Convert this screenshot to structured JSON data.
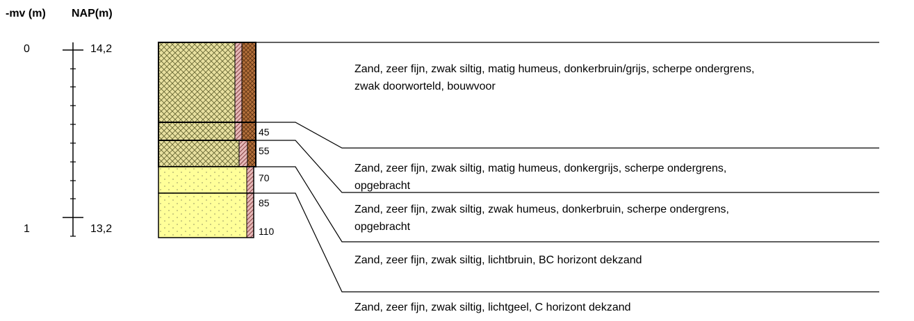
{
  "header": {
    "depth_label": "-mv (m)",
    "nap_label": "NAP(m)"
  },
  "scale": {
    "depth_values": [
      "0",
      "1"
    ],
    "nap_values": [
      "14,2",
      "13,2"
    ]
  },
  "layers": [
    {
      "top_cm": 0,
      "bottom_cm": 45,
      "bottom_label": "45",
      "description_line1": "Zand, zeer fijn, zwak siltig, matig humeus, donkerbruin/grijs, scherpe ondergrens,",
      "description_line2": "zwak doorworteld, bouwvoor"
    },
    {
      "top_cm": 45,
      "bottom_cm": 55,
      "bottom_label": "55",
      "description_line1": "Zand, zeer fijn, zwak siltig, matig humeus, donkergrijs, scherpe ondergrens,",
      "description_line2": "opgebracht"
    },
    {
      "top_cm": 55,
      "bottom_cm": 70,
      "bottom_label": "70",
      "description_line1": "Zand, zeer fijn, zwak siltig, zwak humeus, donkerbruin, scherpe ondergrens,",
      "description_line2": "opgebracht"
    },
    {
      "top_cm": 70,
      "bottom_cm": 85,
      "bottom_label": "85",
      "description_line1": "Zand, zeer fijn, zwak siltig, lichtbruin, BC horizont dekzand",
      "description_line2": ""
    },
    {
      "top_cm": 85,
      "bottom_cm": 110,
      "bottom_label": "110",
      "description_line1": "Zand, zeer fijn, zwak siltig, lichtgeel, C horizont dekzand",
      "description_line2": ""
    }
  ],
  "colors": {
    "sand_humous": "#e8e0a0",
    "sand_light": "#ffff99",
    "cross_hatch": "#666633",
    "dot": "#a8a870",
    "siltstrip": "#e6b8b8",
    "siltstrip_hatch": "#884444",
    "humus_strip": "#b4703c",
    "line": "#000000"
  }
}
